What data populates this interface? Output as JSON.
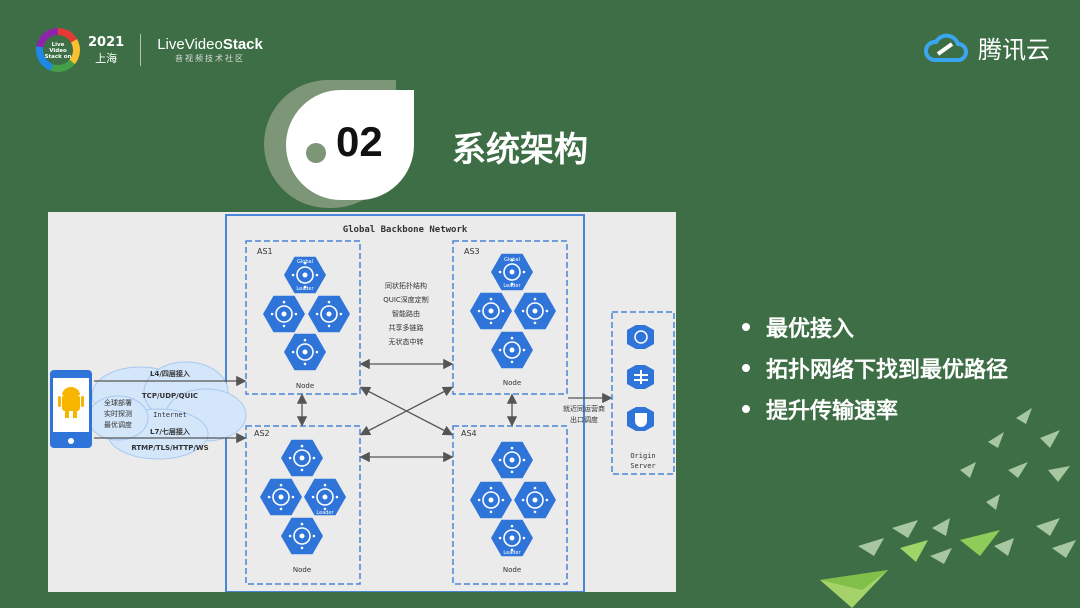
{
  "header": {
    "badge_text": "Live Video Stack on",
    "year": "2021",
    "city": "上海",
    "brand_prefix": "L",
    "brand_main": "iveVideo",
    "brand_bold": "Stack",
    "brand_sub": "音视频技术社区",
    "tencent_name": "腾讯云"
  },
  "section": {
    "number": "02",
    "title": "系统架构"
  },
  "diagram": {
    "backbone_label": "Global Backbone Network",
    "as_labels": [
      "AS1",
      "AS2",
      "AS3",
      "AS4"
    ],
    "node_label": "Node",
    "global_label": "Global",
    "leader_label": "Leader",
    "features": [
      "同状拓扑结构",
      "QUIC深度定制",
      "智能路由",
      "共享多链路",
      "无状态中转"
    ],
    "left_labels": {
      "l4": "L4/四层接入",
      "tcp": "TCP/UDP/QUIC",
      "internet": "Internet",
      "l7": "L7/七层接入",
      "rtmp": "RTMP/TLS/HTTP/WS",
      "cloud_text": [
        "全球部署",
        "实时探测",
        "最优调度"
      ]
    },
    "egress_labels": [
      "就近同运营商",
      "出口调度"
    ],
    "origin_label": [
      "Origin",
      "Server"
    ]
  },
  "bullets": [
    "最优接入",
    "拓扑网络下找到最优路径",
    "提升传输速率"
  ],
  "colors": {
    "background": "#3e6e45",
    "hex_blue": "#2f74d8",
    "frame_blue": "#4a86d8",
    "leaf_grey": "#7c9677"
  }
}
